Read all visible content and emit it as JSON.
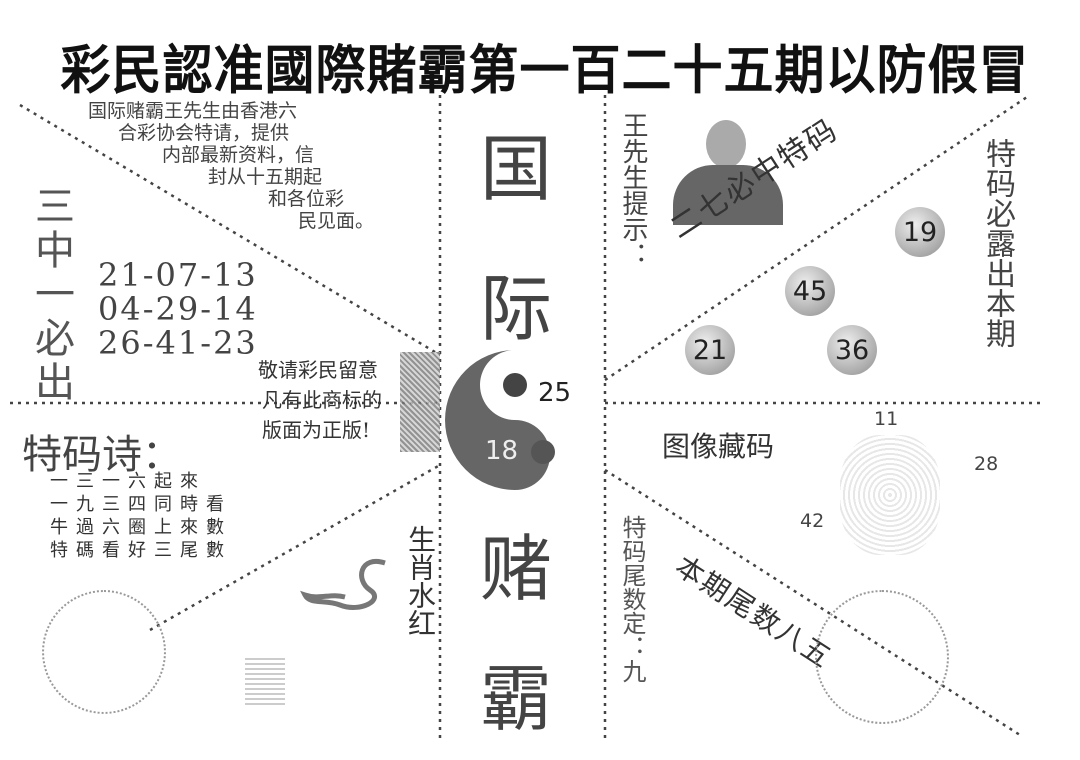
{
  "title": "彩民認准國際賭霸第一百二十五期以防假冒",
  "intro_lines": [
    "国际赌霸王先生由香港六",
    "合彩协会特请，提供",
    "内部最新资料，信",
    "封从十五期起",
    "和各位彩",
    "民见面。"
  ],
  "three_hit": {
    "label": "三中一必出",
    "rows": [
      "21-07-13",
      "04-29-14",
      "26-41-23"
    ]
  },
  "notice_lines": [
    "敬请彩民留意",
    "凡有此商标的",
    "版面为正版!"
  ],
  "poem": {
    "title": "特码诗：",
    "lines": [
      "一三一六起來",
      "一九三四同時看",
      "牛過六圈上來數",
      "特碼看好三尾數"
    ]
  },
  "center_chars": [
    "国",
    "际",
    "赌",
    "霸"
  ],
  "yin_yang_numbers": [
    "25",
    "18"
  ],
  "tip_label": "王先生提示：",
  "diagonal_top": "二七必中特码",
  "balls": [
    "19",
    "45",
    "21",
    "36"
  ],
  "right_vertical": "特码必露出本期",
  "image_code": {
    "label": "图像藏码",
    "numbers": [
      "11",
      "28",
      "42"
    ]
  },
  "tail_number": {
    "label": "特码尾数定：九"
  },
  "diagonal_bottom": "本期尾数八五",
  "zodiac": "生肖水红"
}
